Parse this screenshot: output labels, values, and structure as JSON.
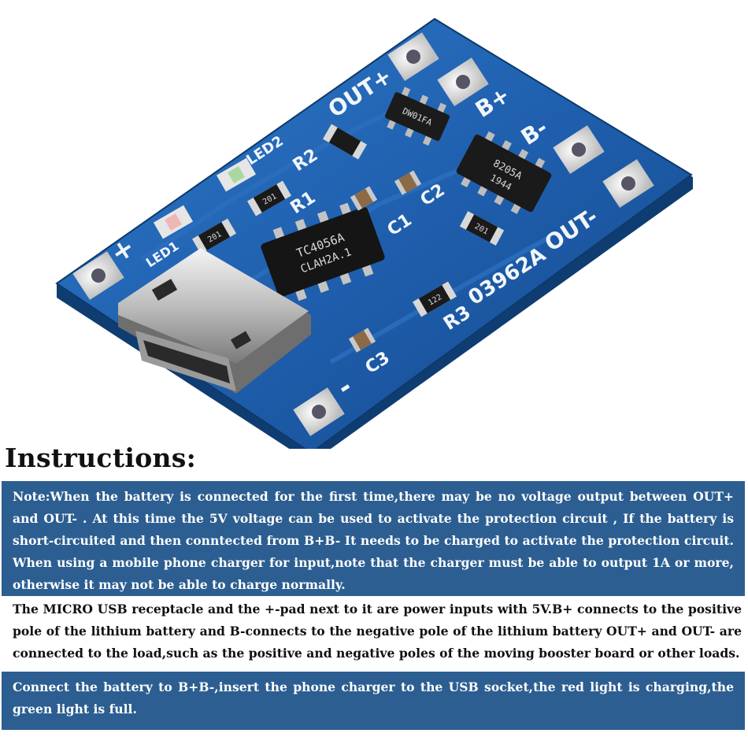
{
  "instructions": {
    "title": "Instructions:",
    "note": "Note:When the battery is connected for the first time,there may be no voltage output between OUT+ and OUT- . At this time the 5V voltage can be used to activate the protection circuit , If the battery is short-circuited and then conntected from B+B- It needs to be charged to activate the protection circuit. When using a mobile phone charger for input,note that the charger must be able to output 1A or more, otherwise it may not be able to charge normally.",
    "description": "The MICRO USB receptacle and the +-pad next to it are power inputs with 5V.B+ connects to the positive pole of the lithium battery and B-connects to the negative pole of the lithium battery OUT+ and OUT- are connected to the load,such as the positive and negative poles of the moving booster board or other loads.",
    "connect": "Connect the battery to B+B-,insert the phone charger to the USB socket,the red light is charging,the green light is full."
  },
  "board": {
    "pcb_color": "#1f5fae",
    "labels": {
      "out_plus": "OUT+",
      "out_minus": "OUT-",
      "b_plus": "B+",
      "b_minus": "B-",
      "in_plus": "+",
      "in_minus": "-",
      "led2": "LED2",
      "led1": "LED1",
      "r1": "R1",
      "r2": "R2",
      "r3": "R3",
      "c1": "C1",
      "c2": "C2",
      "c3": "C3",
      "board_code": "03962A"
    },
    "chips": {
      "main_line1": "TC4056A",
      "main_line2": "CLAH2A.1",
      "protect_line1": "8205A",
      "protect_line2": "1944",
      "small": "DW01FA"
    },
    "resistor_values": [
      "201",
      "201",
      "201",
      "122"
    ]
  }
}
